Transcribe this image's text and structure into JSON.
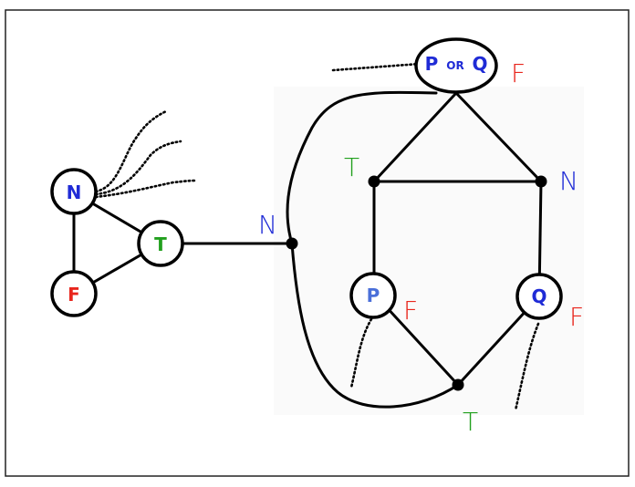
{
  "colors": {
    "blue": "#1f2bd6",
    "red": "#e8261d",
    "green": "#22a01e",
    "black": "#000000"
  },
  "gadget": {
    "node_n": "N",
    "node_f": "F",
    "node_t": "T",
    "link_label": "N"
  },
  "clause": {
    "top_node_left": "P",
    "top_node_mid": "OR",
    "top_node_right": "Q",
    "top_node_value": "F",
    "left_junction_label": "T",
    "right_junction_label": "N",
    "node_p": "P",
    "node_p_value": "F",
    "node_q": "Q",
    "node_q_value": "F",
    "bottom_junction_label": "T"
  }
}
